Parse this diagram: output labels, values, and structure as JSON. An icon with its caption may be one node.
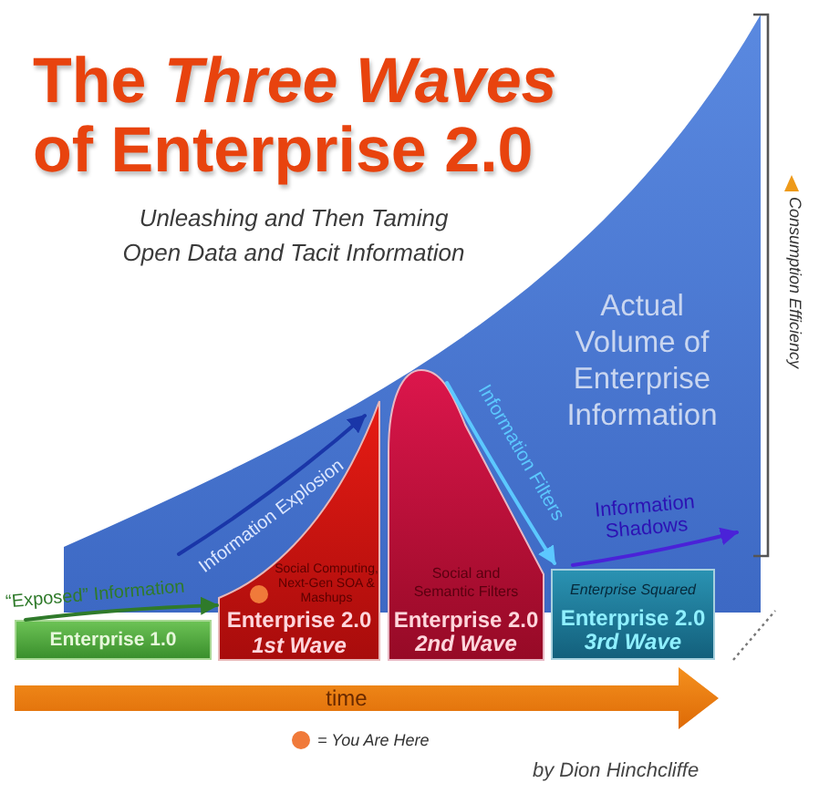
{
  "diagram": {
    "title": "The *Three Waves* of Enterprise 2.0",
    "caption": "by Dion Hinchcliffe",
    "nodes": [
      {
        "text": [
          "Enterprise 1.0"
        ]
      },
      {
        "text": [
          "Social Computing, Next-Gen SOA & Mashups",
          "Enterprise 2.0",
          "1st Wave"
        ]
      },
      {
        "text": [
          "Social and Semantic Filters",
          "Enterprise 2.0",
          "2nd Wave"
        ]
      },
      {
        "text": [
          "Enterprise Squared",
          "Enterprise 2.0",
          "3rd Wave"
        ]
      },
      {
        "text": [
          "time"
        ]
      }
    ],
    "edges": [
      {
        "from": 0,
        "to": 1,
        "arrow": "to",
        "label": "“Exposed” Information",
        "color": "#2f7a2a"
      },
      {
        "from": null,
        "to": 1,
        "arrow": "to",
        "label": "Information Explosion",
        "color": "#1a36a8"
      },
      {
        "from": 2,
        "to": 3,
        "arrow": "to",
        "label": "Information Filters",
        "color": "#5cc8ff"
      },
      {
        "from": 3,
        "to": null,
        "arrow": "to",
        "label": "Information Shadows",
        "color": "#4a22d8"
      }
    ],
    "labels": [
      "Unleashing and Then Taming Open Data and Tacit Information",
      "Consumption Efficiency",
      "Actual Volume of Enterprise Information"
    ],
    "legend": [
      {
        "text": "= You Are Here",
        "color": "#f07a3a"
      }
    ]
  }
}
